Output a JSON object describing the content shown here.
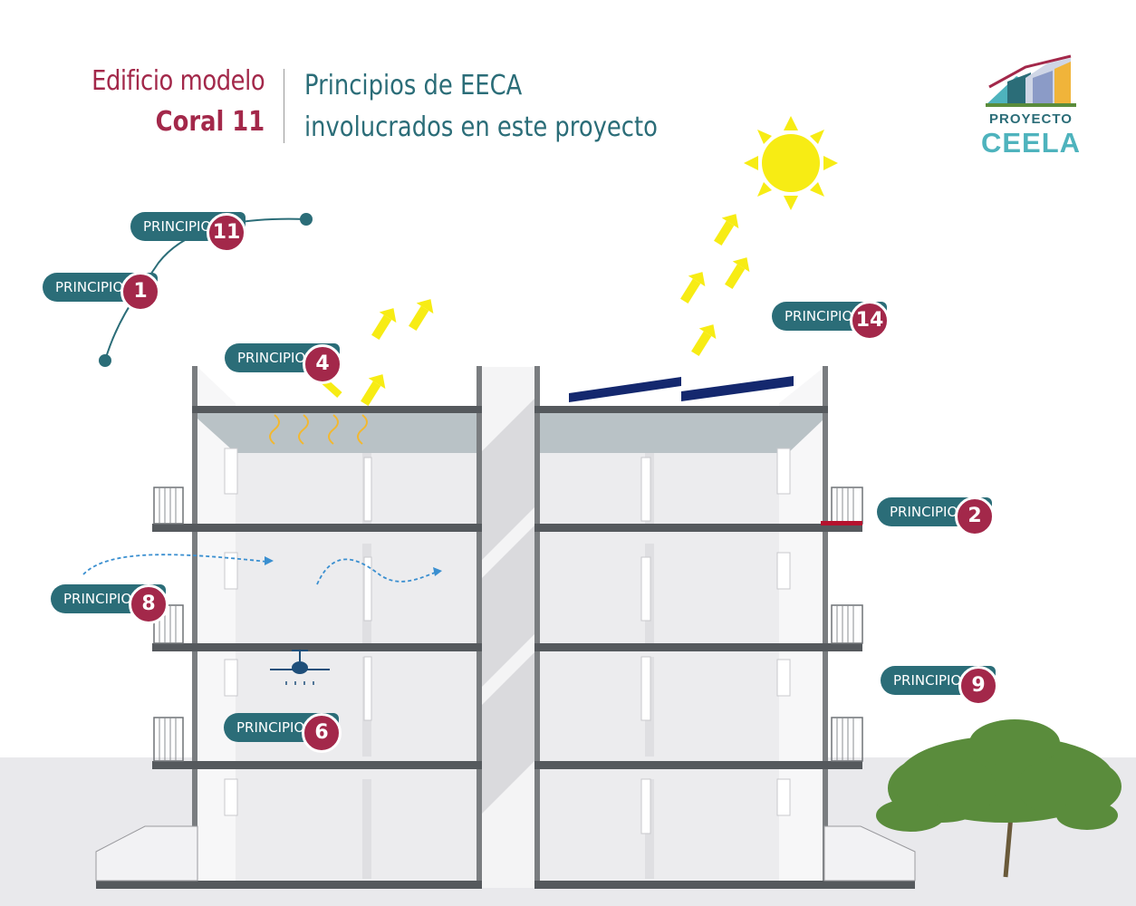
{
  "title": {
    "building_line1": "Edificio modelo",
    "building_line2": "Coral 11",
    "principles_line1": "Principios de EECA",
    "principles_line2": "involucrados en este proyecto"
  },
  "logo": {
    "line1": "PROYECTO",
    "line2": "CEELA"
  },
  "principle_label": "PRINCIPIO",
  "principles": [
    {
      "id": "p11",
      "number": "11"
    },
    {
      "id": "p1",
      "number": "1"
    },
    {
      "id": "p4",
      "number": "4"
    },
    {
      "id": "p14",
      "number": "14"
    },
    {
      "id": "p2",
      "number": "2"
    },
    {
      "id": "p8",
      "number": "8"
    },
    {
      "id": "p9",
      "number": "9"
    },
    {
      "id": "p6",
      "number": "6"
    }
  ],
  "colors": {
    "accent_red": "#a3284a",
    "accent_teal": "#2b6d78",
    "sun": "#f7ec14",
    "solar_panel": "#14286e",
    "tree": "#5a8c3c",
    "airflow": "#3a8fd0"
  }
}
